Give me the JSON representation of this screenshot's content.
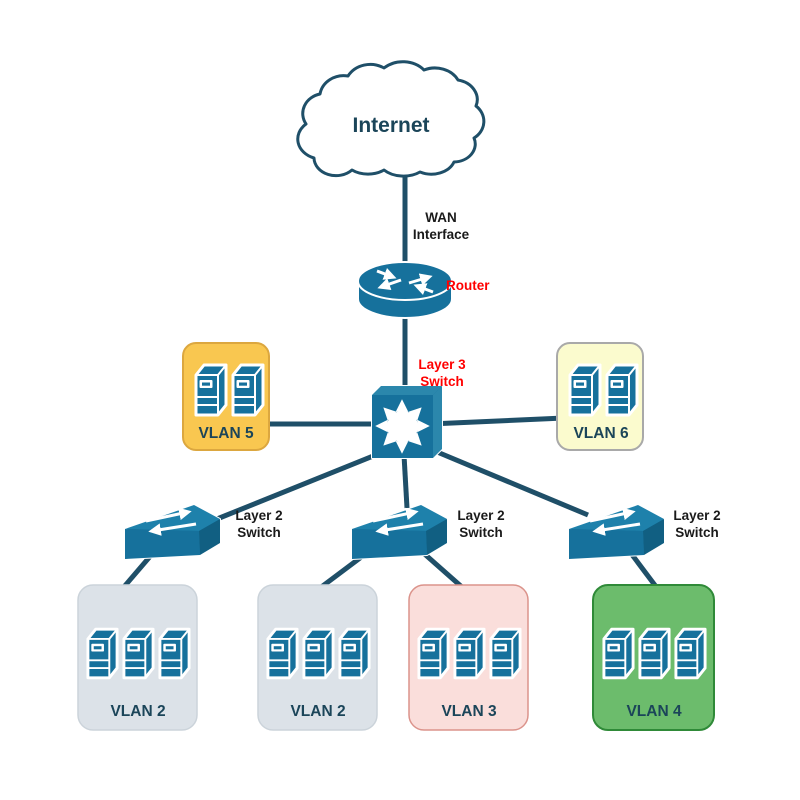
{
  "diagram": {
    "type": "network-topology",
    "cloud_label": "Internet",
    "wan_label": {
      "line1": "WAN",
      "line2": "Interface"
    },
    "router_label": "Router",
    "l3_switch_label": {
      "line1": "Layer 3",
      "line2": "Switch"
    },
    "l2_switch_labels": [
      {
        "line1": "Layer 2",
        "line2": "Switch"
      },
      {
        "line1": "Layer 2",
        "line2": "Switch"
      },
      {
        "line1": "Layer 2",
        "line2": "Switch"
      }
    ],
    "vlan_boxes": [
      {
        "label": "VLAN 5",
        "fill": "#F9C750",
        "border": "#DCA73F",
        "server_count": 2
      },
      {
        "label": "VLAN 6",
        "fill": "#FBFBCE",
        "border": "#A9A9A9",
        "server_count": 2
      },
      {
        "label": "VLAN 2",
        "fill": "#DCE2E8",
        "border": "#CBD3DA",
        "server_count": 3
      },
      {
        "label": "VLAN 2",
        "fill": "#DCE2E8",
        "border": "#CBD3DA",
        "server_count": 3
      },
      {
        "label": "VLAN 3",
        "fill": "#FADEDB",
        "border": "#DB938B",
        "server_count": 3
      },
      {
        "label": "VLAN 4",
        "fill": "#6CBC6C",
        "border": "#2F8A38",
        "server_count": 3
      }
    ],
    "colors": {
      "device_teal": "#16719C",
      "device_teal_light": "#2B87AC",
      "line_navy": "#1F4F68",
      "text_navy": "#1B4559",
      "label_red": "#FF0000",
      "label_black": "#1A1A1A"
    },
    "connections": [
      "internet-router",
      "router-l3switch",
      "vlan5-l3switch",
      "l3switch-vlan6",
      "l3switch-l2switch-1",
      "l3switch-l2switch-2",
      "l3switch-l2switch-3",
      "l2switch1-vlan2a",
      "l2switch2-vlan2b",
      "l2switch2-vlan3",
      "l2switch3-vlan4"
    ]
  }
}
